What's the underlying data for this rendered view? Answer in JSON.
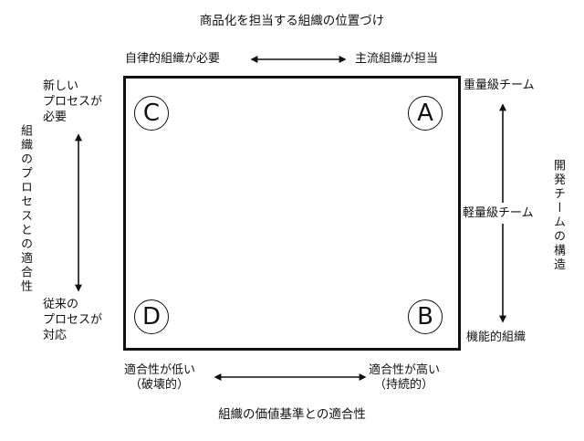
{
  "diagram": {
    "title_top": "商品化を担当する組織の位置づけ",
    "title_bottom": "組織の価値基準との適合性",
    "top_axis": {
      "left_label": "自律的組織が必要",
      "right_label": "主流組織が担当"
    },
    "bottom_axis": {
      "left_label": "適合性が低い",
      "left_sub": "（破壊的）",
      "right_label": "適合性が高い",
      "right_sub": "（持続的）"
    },
    "left_axis": {
      "title": "組織のプロセスとの適合性",
      "top_label": "新しい\nプロセスが\n必要",
      "bottom_label": "従来の\nプロセスが\n対応"
    },
    "right_axis": {
      "title": "開発チームの構造",
      "top_label": "重量級チーム",
      "middle_label": "軽量級チーム",
      "bottom_label": "機能的組織"
    },
    "quadrants": {
      "top_left": "C",
      "top_right": "A",
      "bottom_left": "D",
      "bottom_right": "B"
    },
    "colors": {
      "line": "#111111",
      "background": "#ffffff"
    }
  }
}
